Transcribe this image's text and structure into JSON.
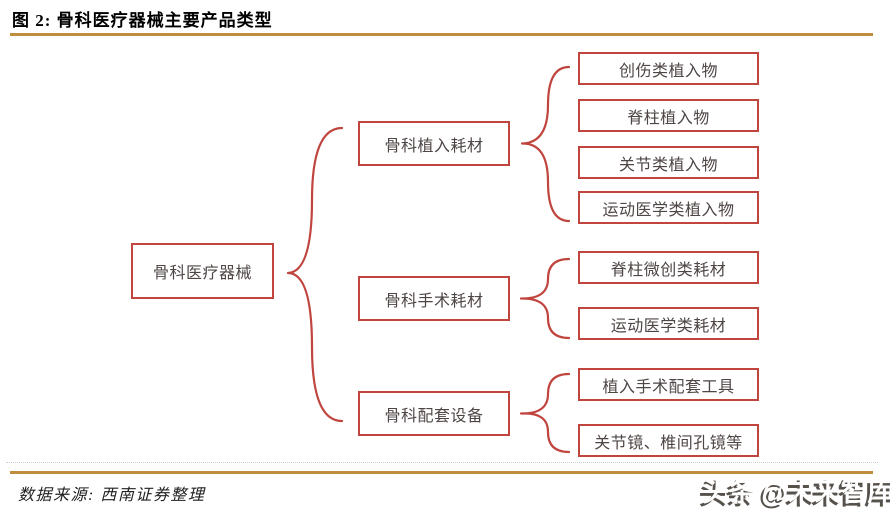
{
  "figure": {
    "title": "图 2: 骨科医疗器械主要产品类型",
    "source": "数据来源: 西南证券整理",
    "watermark": "头条 @未来智库"
  },
  "colors": {
    "accent_line": "#BE8E3E",
    "box_border": "#C0453F",
    "box_text": "#4E4545",
    "watermark_shadow": "#56514B"
  },
  "tree": {
    "root": {
      "label": "骨科医疗器械"
    },
    "branches": [
      {
        "label": "骨科植入耗材",
        "children": [
          "创伤类植入物",
          "脊柱植入物",
          "关节类植入物",
          "运动医学类植入物"
        ]
      },
      {
        "label": "骨科手术耗材",
        "children": [
          "脊柱微创类耗材",
          "运动医学类耗材"
        ]
      },
      {
        "label": "骨科配套设备",
        "children": [
          "植入手术配套工具",
          "关节镜、椎间孔镜等"
        ]
      }
    ]
  }
}
